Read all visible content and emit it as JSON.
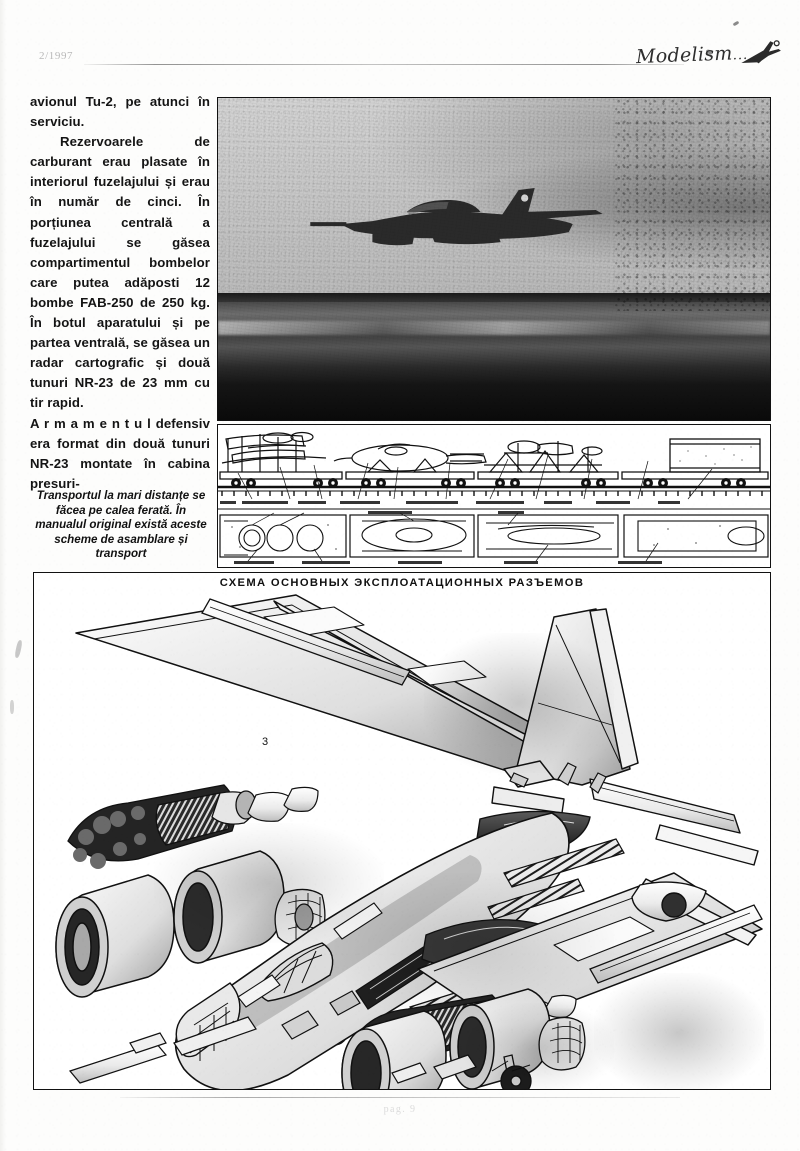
{
  "header": {
    "issue": "2/1997",
    "masthead": "Modelism",
    "masthead_dots": "...",
    "plane_icon": "airplane-doodle-icon"
  },
  "article": {
    "paragraphs": [
      {
        "style": "plain",
        "text": "avionul  Tu-2, pe atunci în serviciu."
      },
      {
        "style": "indent",
        "text": "Rezervoarele de carburant erau plasate în interiorul fuzelajului și erau în număr de cinci. În porțiunea centrală a fuzelajului se găsea compartimentul bombelor care putea adăposti 12 bombe FAB-250 de 250 kg. În botul aparatului și pe partea ventrală, se găsea un radar cartografic și două tunuri NR-23 de  23 mm cu tir rapid."
      },
      {
        "style": "spaced-lead",
        "lead": "A r m a m e n t u l",
        "text": " defensiv era format din două tunuri  NR-23 montate în cabina presuri-"
      }
    ],
    "caption": "Transportul la mari distanțe se făcea pe calea ferată. În manualul original există aceste scheme de asamblare și transport"
  },
  "photo": {
    "name": "tu-16-bomber-in-flight-photo",
    "subject": "jet bomber flying low over water",
    "style": "grainy black and white halftone"
  },
  "rail_diagram": {
    "name": "railway-transport-schematic",
    "description": "Side and plan views of aircraft components loaded on railway flatcars",
    "views": [
      "side elevation",
      "plan view"
    ],
    "flatcar_count": 4
  },
  "big_diagram": {
    "title": "СХЕМА ОСНОВНЫХ ЭКСПЛОАТАЦИОННЫХ РАЗЪЕМОВ",
    "name": "exploded-assembly-diagram",
    "description": "Exploded isometric view of jet bomber showing main operational break joints",
    "callout_number": "3"
  },
  "footer": {
    "page": "pag. 9"
  },
  "colors": {
    "ink": "#111111",
    "paper": "#fdfdfc",
    "faded": "#b9b9b9",
    "photo_sky": "#c3c3c3",
    "photo_water": "#2a2a2a"
  }
}
